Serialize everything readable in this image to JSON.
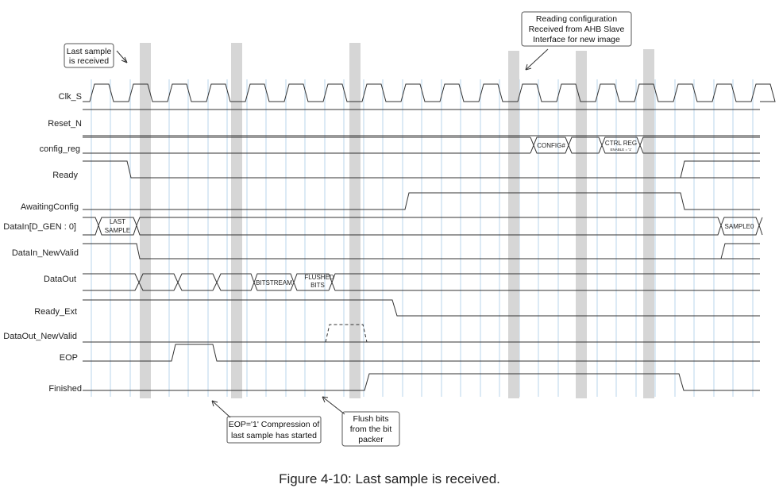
{
  "caption": "Figure 4-10: Last sample is received.",
  "signals": [
    {
      "id": "clk",
      "label": "Clk_S"
    },
    {
      "id": "reset",
      "label": "Reset_N"
    },
    {
      "id": "config",
      "label": "config_reg"
    },
    {
      "id": "ready",
      "label": "Ready"
    },
    {
      "id": "awaiting",
      "label": "AwaitingConfig"
    },
    {
      "id": "datain",
      "label": "DataIn[D_GEN : 0]"
    },
    {
      "id": "datain_nv",
      "label": "DataIn_NewValid"
    },
    {
      "id": "dataout",
      "label": "DataOut"
    },
    {
      "id": "ready_ext",
      "label": "Ready_Ext"
    },
    {
      "id": "dataout_nv",
      "label": "DataOut_NewValid"
    },
    {
      "id": "eop",
      "label": "EOP"
    },
    {
      "id": "finished",
      "label": "Finished"
    }
  ],
  "bus_values": {
    "last_sample_1": "LAST",
    "last_sample_2": "SAMPLE",
    "config_hash": "CONFIG#",
    "ctrl_reg": "CTRL REG",
    "ctrl_reg_sub": "ENABLE = '1'",
    "sample0": "SAMPLE0",
    "bitstream": "BITSTREAM",
    "flushed_1": "FLUSHED",
    "flushed_2": "BITS"
  },
  "annotations": {
    "last_sample": [
      "Last sample",
      "is received"
    ],
    "reading_config": [
      "Reading configuration",
      "Received from AHB Slave",
      "Interface for new image"
    ],
    "eop_note": [
      "EOP='1' Compression of",
      "last sample has started"
    ],
    "flush_note": [
      "Flush bits",
      "from the bit",
      "packer"
    ]
  }
}
